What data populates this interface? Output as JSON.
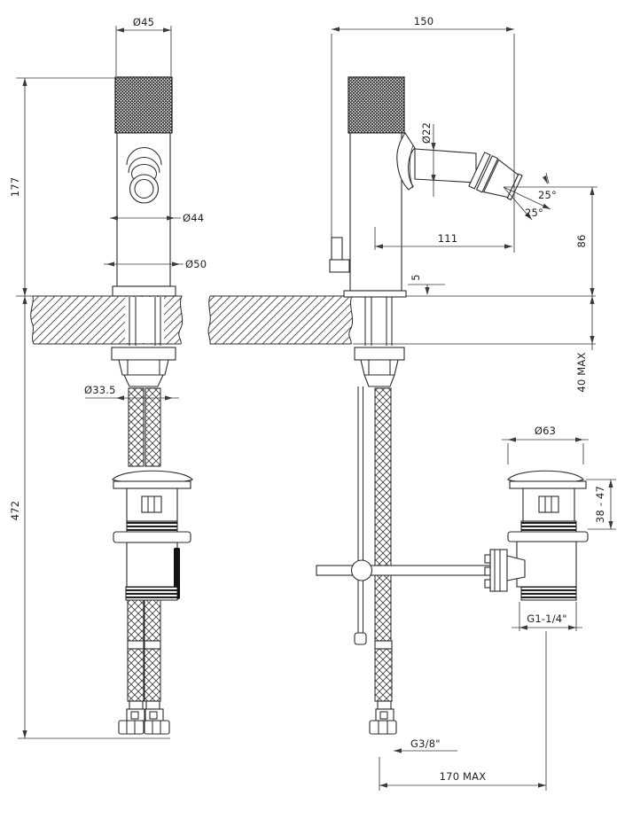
{
  "drawing": {
    "type": "technical-dimension-drawing",
    "subject": "Single-lever bidet mixer with knurled handle, pop-up waste and flexible supply hoses, front and side views with countertop section",
    "views": {
      "left": "front elevation",
      "right": "side elevation"
    },
    "units": "mm",
    "dimensions": {
      "knob_diameter": "Ø45",
      "overall_depth": "150",
      "height_to_deck": "177",
      "spout_tube_diameter": "Ø22",
      "angle_upper": "25°",
      "angle_lower": "25°",
      "body_diameter": "Ø44",
      "spout_reach": "111",
      "spout_height_above_deck": "86",
      "base_diameter": "Ø50",
      "baseplate_thickness": "5",
      "max_deck_thickness": "40 MAX",
      "shank_diameter": "Ø33.5",
      "length_below_deck": "472",
      "waste_cap_diameter": "Ø63",
      "waste_adjustment_range": "38 - 47",
      "waste_thread": "G1-1/4\"",
      "hose_thread": "G3/8\"",
      "max_rod_offset": "170 MAX"
    },
    "line_color": "#2b2b2b",
    "background_color": "#ffffff"
  }
}
